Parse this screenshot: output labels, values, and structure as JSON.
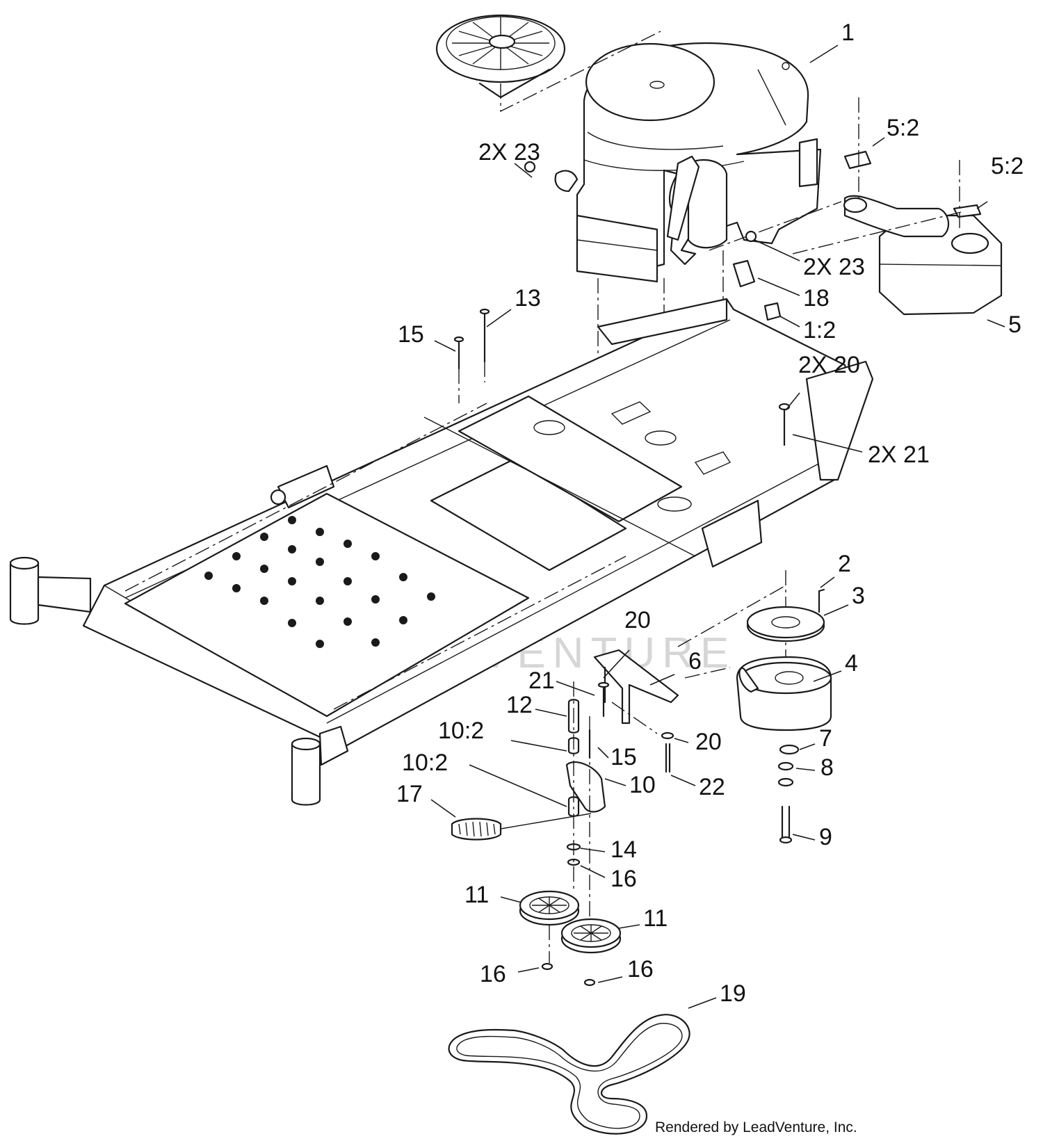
{
  "colors": {
    "line": "#1a1a1a",
    "background": "#ffffff",
    "watermark": "#d6d6d6"
  },
  "callouts": [
    {
      "id": "c1",
      "text": "1"
    },
    {
      "id": "c2",
      "text": "2X 23"
    },
    {
      "id": "c3",
      "text": "5:2"
    },
    {
      "id": "c4",
      "text": "5:2"
    },
    {
      "id": "c5",
      "text": "2X 23"
    },
    {
      "id": "c6",
      "text": "18"
    },
    {
      "id": "c7",
      "text": "5"
    },
    {
      "id": "c8",
      "text": "1:2"
    },
    {
      "id": "c9",
      "text": "13"
    },
    {
      "id": "c10",
      "text": "15"
    },
    {
      "id": "c11",
      "text": "2X 20"
    },
    {
      "id": "c12",
      "text": "2X 21"
    },
    {
      "id": "c13",
      "text": "2"
    },
    {
      "id": "c14",
      "text": "3"
    },
    {
      "id": "c15",
      "text": "20"
    },
    {
      "id": "c16",
      "text": "6"
    },
    {
      "id": "c17",
      "text": "4"
    },
    {
      "id": "c18",
      "text": "21"
    },
    {
      "id": "c19",
      "text": "12"
    },
    {
      "id": "c20",
      "text": "10:2"
    },
    {
      "id": "c21",
      "text": "20"
    },
    {
      "id": "c22",
      "text": "7"
    },
    {
      "id": "c23",
      "text": "15"
    },
    {
      "id": "c24",
      "text": "10:2"
    },
    {
      "id": "c25",
      "text": "8"
    },
    {
      "id": "c26",
      "text": "10"
    },
    {
      "id": "c27",
      "text": "22"
    },
    {
      "id": "c28",
      "text": "17"
    },
    {
      "id": "c29",
      "text": "9"
    },
    {
      "id": "c30",
      "text": "14"
    },
    {
      "id": "c31",
      "text": "16"
    },
    {
      "id": "c32",
      "text": "11"
    },
    {
      "id": "c33",
      "text": "11"
    },
    {
      "id": "c34",
      "text": "16"
    },
    {
      "id": "c35",
      "text": "16"
    },
    {
      "id": "c36",
      "text": "19"
    }
  ],
  "watermark": "LEADVENTURE",
  "credit": "Rendered by LeadVenture, Inc."
}
